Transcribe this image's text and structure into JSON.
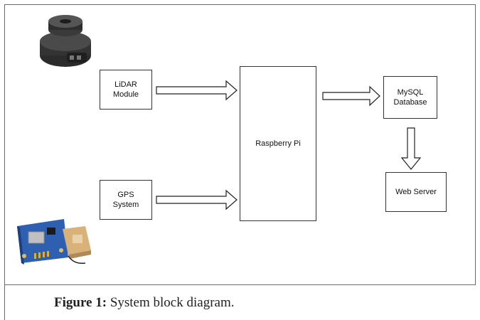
{
  "diagram": {
    "nodes": {
      "lidar": "LiDAR\nModule",
      "gps": "GPS\nSystem",
      "pi": "Raspberry Pi",
      "mysql": "MySQL\nDatabase",
      "web": "Web Server"
    },
    "edges": [
      {
        "from": "lidar",
        "to": "pi"
      },
      {
        "from": "gps",
        "to": "pi"
      },
      {
        "from": "pi",
        "to": "mysql"
      },
      {
        "from": "mysql",
        "to": "web"
      }
    ],
    "images": [
      "lidar-sensor-photo",
      "gps-module-photo"
    ]
  },
  "caption": {
    "label": "Figure 1:",
    "text": " System block diagram."
  }
}
